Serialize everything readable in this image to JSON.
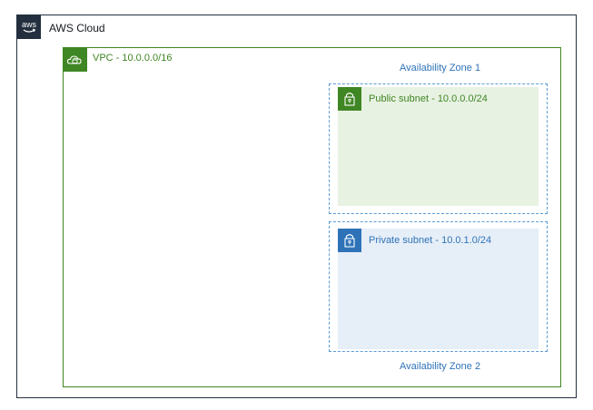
{
  "aws_cloud": {
    "label": "AWS Cloud",
    "icon": "aws-logo-icon",
    "badge_text": "aws",
    "border_color": "#232f3e"
  },
  "vpc": {
    "label": "VPC - 10.0.0.0/16",
    "icon": "vpc-cloud-lock-icon",
    "color": "#3f8624"
  },
  "availability_zones": [
    {
      "label": "Availability Zone 1",
      "color": "#2e73b8"
    },
    {
      "label": "Availability Zone 2",
      "color": "#2e73b8"
    }
  ],
  "subnets": {
    "public": {
      "label": "Public subnet - 10.0.0.0/24",
      "icon": "lock-icon",
      "color": "#3f8624",
      "fill": "#e8f2e2"
    },
    "private": {
      "label": "Private subnet - 10.0.1.0/24",
      "icon": "lock-icon",
      "color": "#2e73b8",
      "fill": "#e6eef7"
    }
  }
}
